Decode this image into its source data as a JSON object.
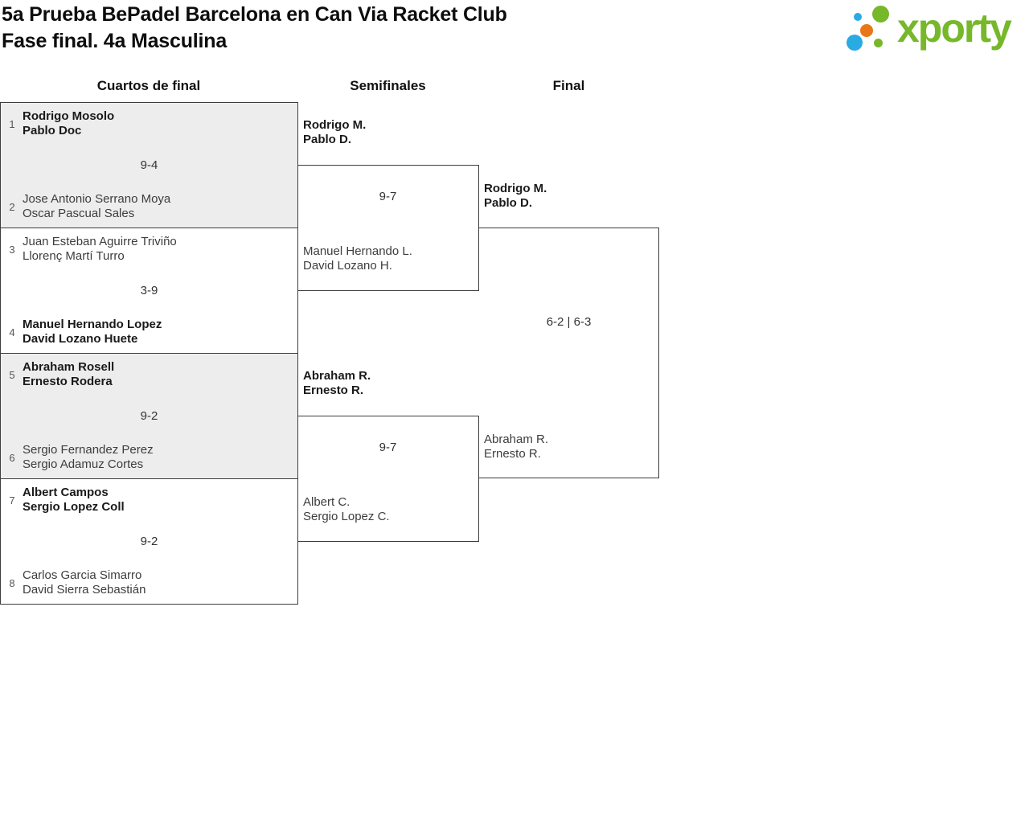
{
  "header": {
    "title_line1": "5a Prueba BePadel Barcelona en Can Via Racket Club",
    "title_line2": "Fase final. 4a Masculina",
    "logo_text": "xporty"
  },
  "colors": {
    "accent_green": "#76b82a",
    "accent_blue": "#29abe2",
    "accent_orange": "#e87817",
    "shaded_match_bg": "#ededed",
    "border": "#3d3d3d"
  },
  "round_headers": [
    {
      "label": "Cuartos de final"
    },
    {
      "label": "Semifinales"
    },
    {
      "label": "Final"
    }
  ],
  "quarterfinals": [
    {
      "seed_top": "1",
      "team_top": [
        "Rodrigo Mosolo",
        "Pablo Doc"
      ],
      "score": "9-4",
      "seed_bottom": "2",
      "team_bottom": [
        "Jose Antonio Serrano Moya",
        "Oscar Pascual Sales"
      ],
      "winner": "top"
    },
    {
      "seed_top": "3",
      "team_top": [
        "Juan Esteban Aguirre Triviño",
        "Llorenç Martí Turro"
      ],
      "score": "3-9",
      "seed_bottom": "4",
      "team_bottom": [
        "Manuel Hernando Lopez",
        "David Lozano Huete"
      ],
      "winner": "bottom"
    },
    {
      "seed_top": "5",
      "team_top": [
        "Abraham Rosell",
        "Ernesto Rodera"
      ],
      "score": "9-2",
      "seed_bottom": "6",
      "team_bottom": [
        "Sergio Fernandez Perez",
        "Sergio Adamuz Cortes"
      ],
      "winner": "top"
    },
    {
      "seed_top": "7",
      "team_top": [
        "Albert Campos",
        "Sergio Lopez Coll"
      ],
      "score": "9-2",
      "seed_bottom": "8",
      "team_bottom": [
        "Carlos Garcia Simarro",
        "David Sierra Sebastián"
      ],
      "winner": "top"
    }
  ],
  "semifinals": [
    {
      "team_top": [
        "Rodrigo M.",
        "Pablo D."
      ],
      "score": "9-7",
      "team_bottom": [
        "Manuel Hernando L.",
        "David Lozano H."
      ],
      "winner": "top"
    },
    {
      "team_top": [
        "Abraham R.",
        "Ernesto R."
      ],
      "score": "9-7",
      "team_bottom": [
        "Albert C.",
        "Sergio Lopez C."
      ],
      "winner": "top"
    }
  ],
  "final": {
    "team_top": [
      "Rodrigo M.",
      "Pablo D."
    ],
    "score": "6-2 | 6-3",
    "team_bottom": [
      "Abraham R.",
      "Ernesto R."
    ],
    "winner": "top"
  }
}
